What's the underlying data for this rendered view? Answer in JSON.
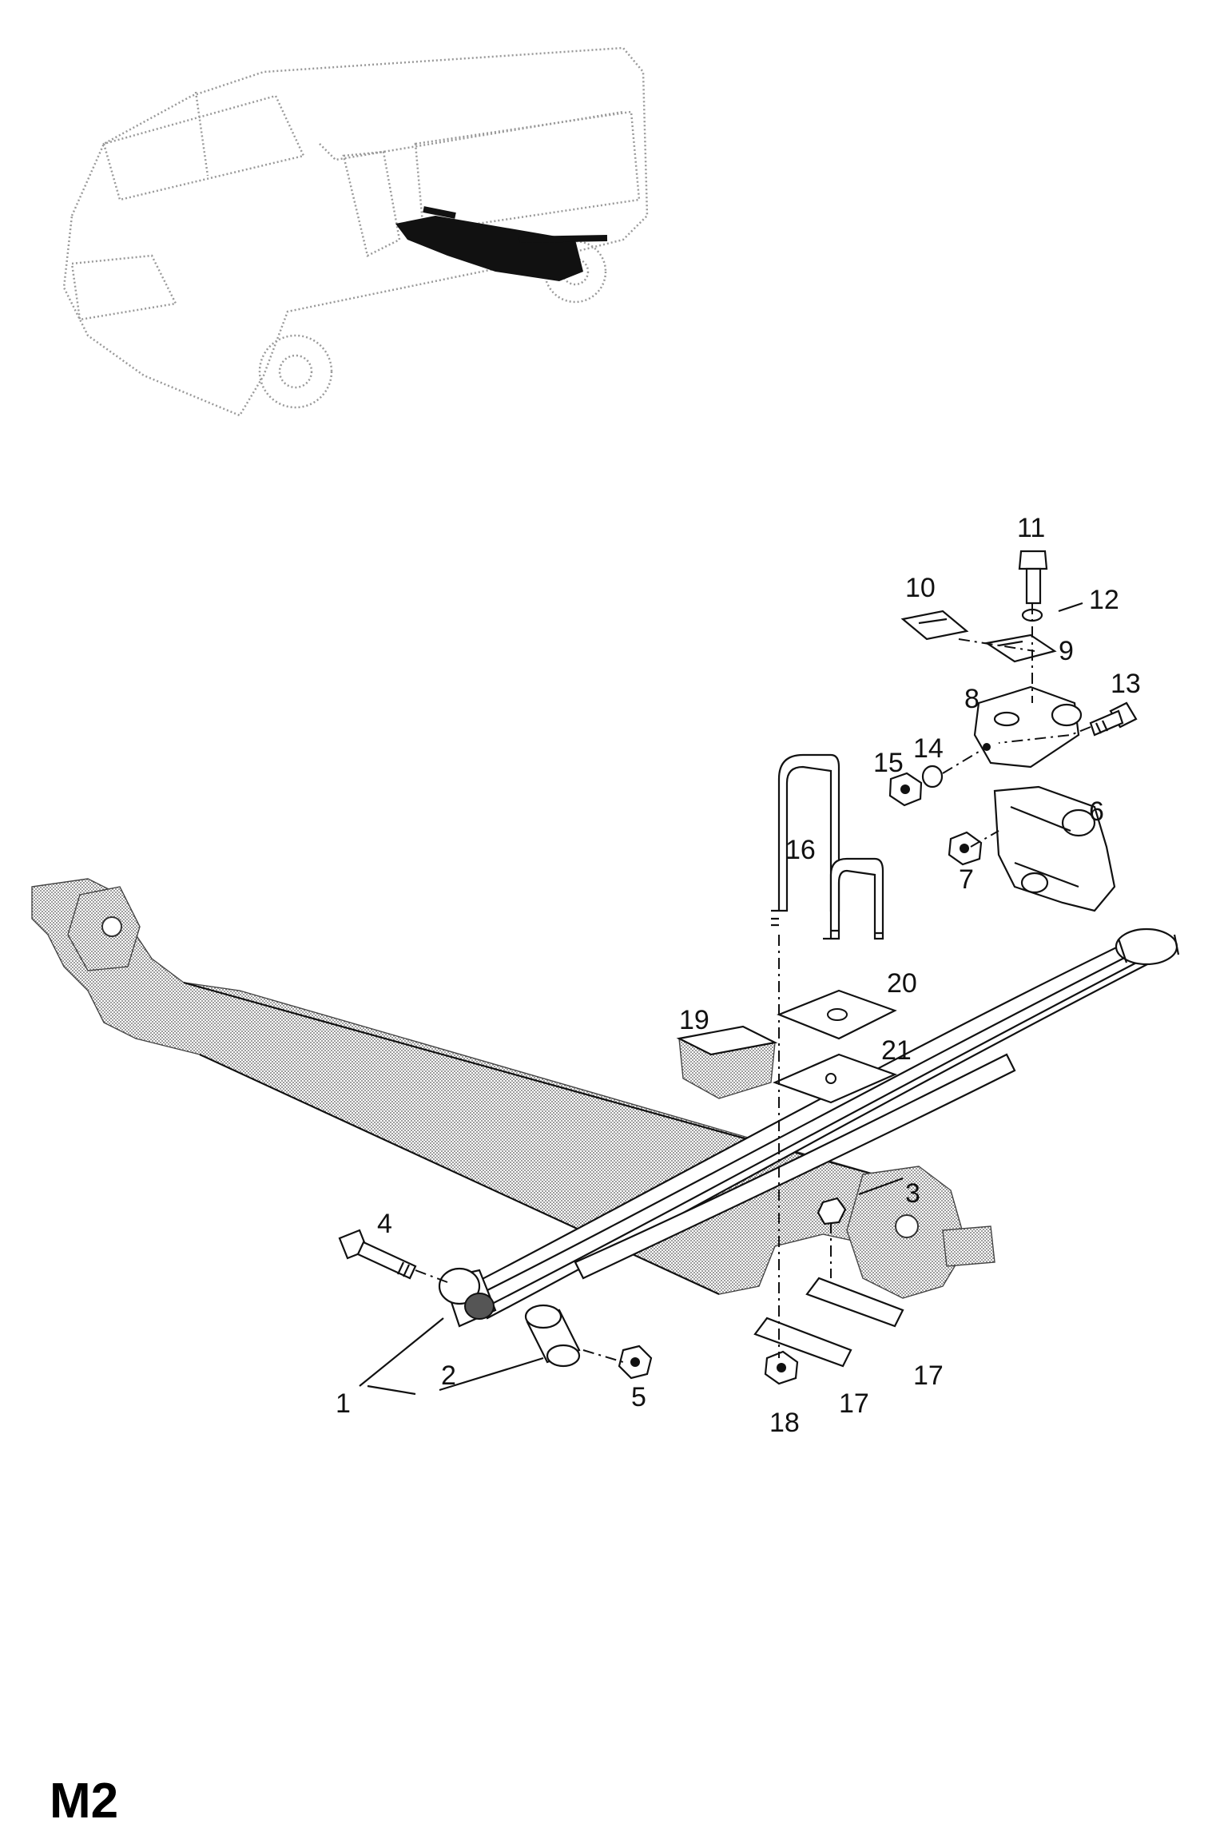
{
  "page_code": "M2",
  "callouts": {
    "c1": "1",
    "c2": "2",
    "c3": "3",
    "c4": "4",
    "c5": "5",
    "c6": "6",
    "c7": "7",
    "c8": "8",
    "c9": "9",
    "c10": "10",
    "c11": "11",
    "c12": "12",
    "c13": "13",
    "c14": "14",
    "c15": "15",
    "c16": "16",
    "c17a": "17",
    "c17b": "17",
    "c18": "18",
    "c19": "19",
    "c20": "20",
    "c21": "21"
  }
}
